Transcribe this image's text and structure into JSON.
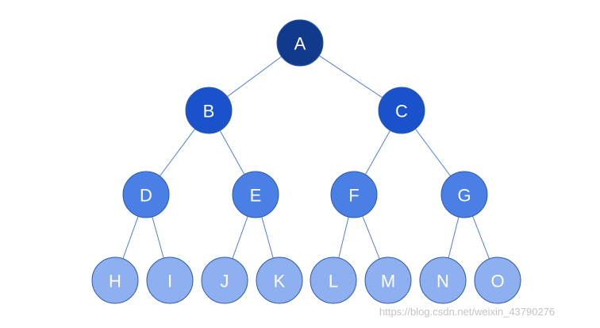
{
  "diagram": {
    "type": "binary-tree",
    "levels": [
      {
        "color": "#123a8c",
        "nodes": [
          "A"
        ]
      },
      {
        "color": "#1a52cc",
        "nodes": [
          "B",
          "C"
        ]
      },
      {
        "color": "#4a7fe6",
        "nodes": [
          "D",
          "E",
          "F",
          "G"
        ]
      },
      {
        "color": "#8eb0f0",
        "nodes": [
          "H",
          "I",
          "J",
          "K",
          "L",
          "M",
          "N",
          "O"
        ]
      }
    ],
    "edges": [
      [
        "A",
        "B"
      ],
      [
        "A",
        "C"
      ],
      [
        "B",
        "D"
      ],
      [
        "B",
        "E"
      ],
      [
        "C",
        "F"
      ],
      [
        "C",
        "G"
      ],
      [
        "D",
        "H"
      ],
      [
        "D",
        "I"
      ],
      [
        "E",
        "J"
      ],
      [
        "E",
        "K"
      ],
      [
        "F",
        "L"
      ],
      [
        "F",
        "M"
      ],
      [
        "G",
        "N"
      ],
      [
        "G",
        "O"
      ]
    ],
    "edge_color": "#4f7fd6"
  },
  "watermark": "https://blog.csdn.net/weixin_43790276"
}
